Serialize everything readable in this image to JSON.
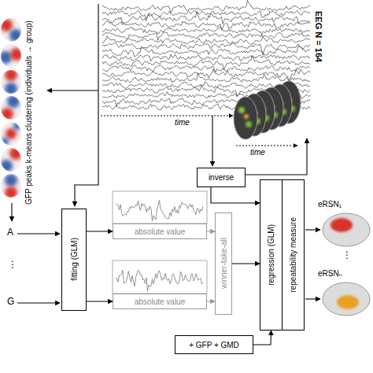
{
  "diagram": {
    "nodes": [
      {
        "text": [
          "inverse"
        ]
      },
      {
        "text": [
          "fitting (GLM)"
        ]
      },
      {
        "text": [
          "absolute value"
        ]
      },
      {
        "text": [
          "absolute value"
        ]
      },
      {
        "text": [
          "winner-take-all"
        ]
      },
      {
        "text": [
          "regression (GLM)"
        ]
      },
      {
        "text": [
          "repeatability measure"
        ]
      },
      {
        "text": [
          "+ GFP + GMD"
        ]
      }
    ],
    "edges": [
      {
        "from": 1,
        "to": 2,
        "arrow": "to"
      },
      {
        "from": 1,
        "to": 3,
        "arrow": "to"
      },
      {
        "from": 2,
        "to": 4,
        "arrow": "to"
      },
      {
        "from": 3,
        "to": 4,
        "arrow": "to"
      },
      {
        "from": 4,
        "to": 5,
        "arrow": "to"
      },
      {
        "from": 0,
        "to": 5,
        "arrow": "to"
      },
      {
        "from": 7,
        "to": 5,
        "arrow": "to"
      }
    ],
    "labels": [
      "EEG N = 164",
      "time",
      "GFP peaks k-means clustering (individuals → group)",
      "time",
      "A",
      "⋮",
      "G",
      "eRSN₁",
      "⋮",
      "eRSNₙ"
    ]
  }
}
